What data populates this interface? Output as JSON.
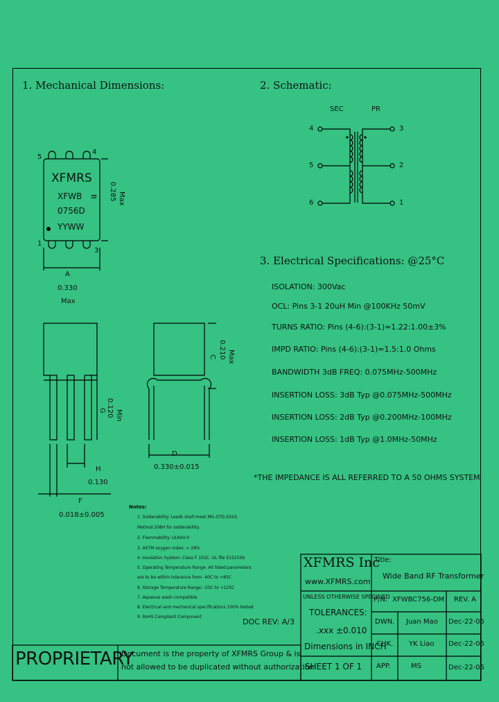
{
  "sections": {
    "mechanical": "1. Mechanical Dimensions:",
    "schematic": "2. Schematic:",
    "electrical": "3. Electrical Specifications: @25°C"
  },
  "package": {
    "brand": "XFMRS",
    "line1": "XFWB",
    "line2": "0756D",
    "line3": "YYWW",
    "pins": {
      "p1": "1",
      "p3": "3",
      "p4": "4",
      "p5": "5"
    },
    "dimB": {
      "letter": "B",
      "value": "0.285",
      "note": "Max"
    },
    "dimA": {
      "letter": "A",
      "value": "0.330",
      "note": "Max"
    },
    "dimC": {
      "letter": "C",
      "value": "0.210",
      "note": "Max"
    },
    "dimD": {
      "letter": "D",
      "value": "0.330±0.015"
    },
    "dimG": {
      "letter": "G",
      "value": "0.120",
      "note": "Min"
    },
    "dimH": {
      "letter": "H",
      "value": "0.130"
    },
    "dimF": {
      "letter": "F",
      "value": "0.018±0.005"
    }
  },
  "schematic": {
    "sec": "SEC",
    "pri": "PR",
    "left_pins": [
      "4",
      "5",
      "6"
    ],
    "right_pins": [
      "3",
      "2",
      "1"
    ]
  },
  "specs": [
    "ISOLATION: 300Vac",
    "OCL: Pins 3-1 20uH Min @100KHz 50mV",
    "TURNS RATIO: Pins (4-6):(3-1)=1.22:1.00±3%",
    "IMPD RATIO: Pins (4-6):(3-1)=1.5:1.0 Ohms",
    "BANDWIDTH 3dB FREQ: 0.075MHz-500MHz",
    "INSERTION LOSS: 3dB Typ @0.075MHz-500MHz",
    "INSERTION LOSS: 2dB Typ @0.200MHz-100MHz",
    "INSERTION LOSS: 1dB Typ @1.0MHz-50MHz"
  ],
  "impedance_note": "*THE IMPEDANCE IS ALL REFERRED TO A 50 OHMS SYSTEM",
  "notes": {
    "title": "Notes:",
    "items": [
      "1. Solderability: Leads shall meet MIL-STD-202G",
      "   Method 208H for solderability.",
      "2. Flammability: UL94V-0",
      "3. ASTM oxygen index: > 28%",
      "4. Insulation System: Class F 155C. UL file E151556",
      "5. Operating Temperature Range: All listed parameters",
      "   are to be within tolerance from -40C to +85C",
      "6. Storage Temperature Range: -55C to +125C",
      "7. Aqueous wash compatible",
      "8. Electrical and mechanical specifications 100% tested",
      "9. RoHS Compliant Component"
    ]
  },
  "doc_rev": "DOC REV: A/3",
  "title_block": {
    "company": "XFMRS Inc",
    "website": "www.XFMRS.com",
    "title_label": "Title:",
    "title_value": "Wide Band RF Transformer",
    "unless": "UNLESS OTHERWISE SPECIFIED",
    "tolerances": "TOLERANCES:",
    "tol_value": ".xxx ±0.010",
    "dims": "Dimensions in INCH",
    "sheet": "SHEET 1 OF 1",
    "pn_label": "P/N:",
    "pn_value": "XFWBC756-DM",
    "rev": "REV. A",
    "dwn_label": "DWN.",
    "dwn_name": "Juan Mao",
    "dwn_date": "Dec-22-05",
    "chk_label": "CHK.",
    "chk_name": "YK Liao",
    "chk_date": "Dec-22-05",
    "app_label": "APP.",
    "app_name": "MS",
    "app_date": "Dec-22-05"
  },
  "proprietary": {
    "word": "PROPRIETARY",
    "line1": "Document is the property of XFMRS Group & is",
    "line2": "not allowed to be duplicated without authorization."
  }
}
